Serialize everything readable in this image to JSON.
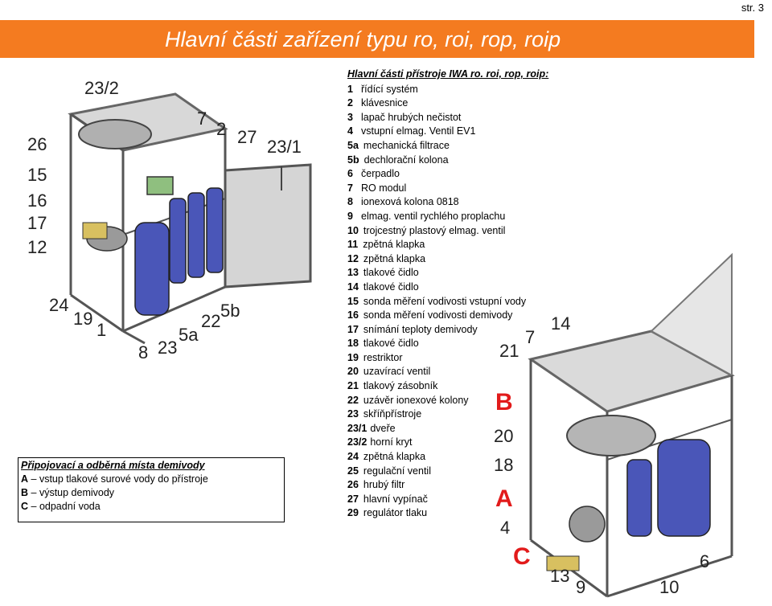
{
  "page_number": "str. 3",
  "title": "Hlavní části zařízení typu ro, roi, rop, roip",
  "parts_list": {
    "heading": "Hlavní části přístroje IWA ro. roi, rop, roip:",
    "items": [
      {
        "num": "1",
        "text": "řídící systém"
      },
      {
        "num": "2",
        "text": "klávesnice"
      },
      {
        "num": "3",
        "text": "lapač hrubých nečistot"
      },
      {
        "num": "4",
        "text": "vstupní elmag. Ventil EV1"
      },
      {
        "num": "5a",
        "text": "mechanická filtrace"
      },
      {
        "num": "5b",
        "text": "dechlorační kolona"
      },
      {
        "num": "6",
        "text": "čerpadlo"
      },
      {
        "num": "7",
        "text": "RO modul"
      },
      {
        "num": "8",
        "text": "ionexová kolona 0818"
      },
      {
        "num": "9",
        "text": "elmag. ventil rychlého proplachu"
      },
      {
        "num": "10",
        "text": "trojcestný plastový elmag. ventil"
      },
      {
        "num": "11",
        "text": "zpětná klapka"
      },
      {
        "num": "12",
        "text": "zpětná klapka"
      },
      {
        "num": "13",
        "text": "tlakové čidlo"
      },
      {
        "num": "14",
        "text": "tlakové čidlo"
      },
      {
        "num": "15",
        "text": "sonda měření vodivosti vstupní vody"
      },
      {
        "num": "16",
        "text": "sonda měření vodivosti demivody"
      },
      {
        "num": "17",
        "text": "snímání teploty demivody"
      },
      {
        "num": "18",
        "text": "tlakové čidlo"
      },
      {
        "num": "19",
        "text": "restriktor"
      },
      {
        "num": "20",
        "text": "uzavírací ventil"
      },
      {
        "num": "21",
        "text": "tlakový zásobník"
      },
      {
        "num": "22",
        "text": "uzávěr ionexové kolony"
      },
      {
        "num": "23",
        "text": "skříňpřístroje"
      },
      {
        "num": "23/1",
        "text": "dveře"
      },
      {
        "num": "23/2",
        "text": "horní kryt"
      },
      {
        "num": "24",
        "text": "zpětná klapka"
      },
      {
        "num": "25",
        "text": "regulační ventil"
      },
      {
        "num": "26",
        "text": "hrubý filtr"
      },
      {
        "num": "27",
        "text": "hlavní vypínač"
      },
      {
        "num": "29",
        "text": "regulátor tlaku"
      }
    ]
  },
  "connections": {
    "title": "Připojovací a odběrná místa demivody",
    "items": [
      {
        "letter": "A",
        "text": "– vstup tlakové surové vody do přístroje"
      },
      {
        "letter": "B",
        "text": "– výstup demivody"
      },
      {
        "letter": "C",
        "text": "– odpadní voda"
      }
    ]
  },
  "figure_left": {
    "callouts": [
      "23/2",
      "7",
      "2",
      "27",
      "23/1",
      "26",
      "15",
      "16",
      "17",
      "12",
      "24",
      "19",
      "1",
      "8",
      "23",
      "5a",
      "22",
      "5b"
    ]
  },
  "figure_right": {
    "callouts": [
      "7",
      "14",
      "21",
      "20",
      "18",
      "4",
      "6",
      "13",
      "9",
      "10"
    ],
    "connection_markers": [
      "B",
      "A",
      "C"
    ]
  },
  "colors": {
    "banner": "#f47b20",
    "marker_red": "#e21b1b",
    "vessel_blue": "#4a56b8"
  }
}
